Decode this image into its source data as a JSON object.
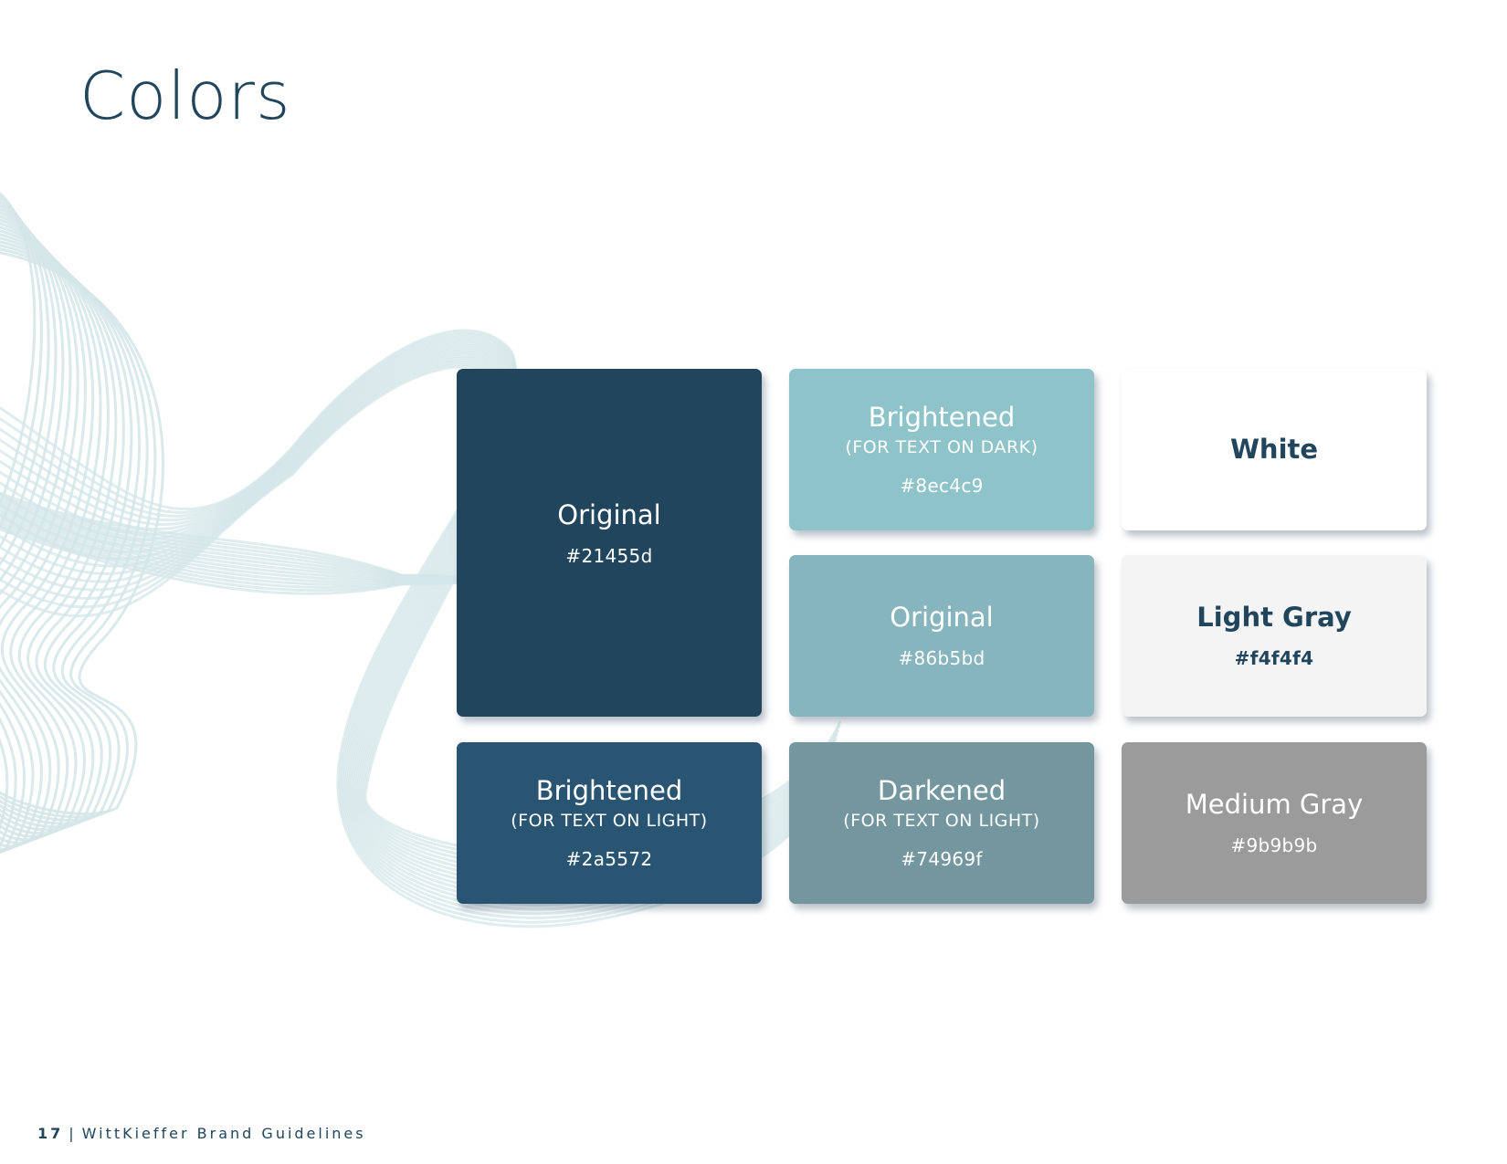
{
  "page": {
    "title": "Colors"
  },
  "swatches": {
    "navy_original": {
      "name": "Original",
      "hex": "#21455d"
    },
    "teal_brightened": {
      "name": "Brightened",
      "note": "(FOR TEXT ON DARK)",
      "hex": "#8ec4c9"
    },
    "white": {
      "name": "White"
    },
    "teal_original": {
      "name": "Original",
      "hex": "#86b5bd"
    },
    "light_gray": {
      "name": "Light Gray",
      "hex": "#f4f4f4"
    },
    "navy_brightened": {
      "name": "Brightened",
      "note": "(FOR TEXT ON LIGHT)",
      "hex": "#2a5572"
    },
    "teal_darkened": {
      "name": "Darkened",
      "note": "(FOR TEXT ON LIGHT)",
      "hex": "#74969f"
    },
    "medium_gray": {
      "name": "Medium Gray",
      "hex": "#9b9b9b"
    }
  },
  "footer": {
    "page_number": "17",
    "separator": "|",
    "document_name": "WittKieffer Brand Guidelines"
  },
  "colors": {
    "title_text": "#21455d",
    "wave_lines": "#d3e5e8",
    "background": "#ffffff"
  }
}
